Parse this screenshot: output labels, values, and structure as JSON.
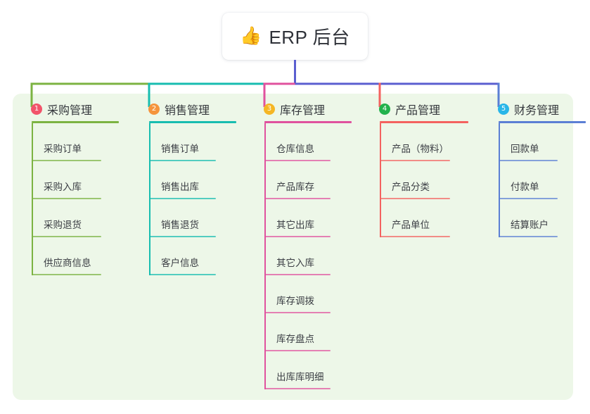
{
  "diagram": {
    "title": "ERP 后台",
    "type": "mind-map",
    "root": {
      "icon": "thumbs-up-icon",
      "icon_glyph": "👍",
      "label": "ERP 后台",
      "background": "#ffffff",
      "text_color": "#2e3138"
    },
    "panel": {
      "background": "#edf7e8"
    },
    "trunk_color": "#5b5fd0",
    "branches": [
      {
        "index": "1",
        "label": "采购管理",
        "badge_color": "#f2546a",
        "line_color": "#7cb342",
        "items": [
          "采购订单",
          "采购入库",
          "采购退货",
          "供应商信息"
        ]
      },
      {
        "index": "2",
        "label": "销售管理",
        "badge_color": "#f5943c",
        "line_color": "#18bdb0",
        "items": [
          "销售订单",
          "销售出库",
          "销售退货",
          "客户信息"
        ]
      },
      {
        "index": "3",
        "label": "库存管理",
        "badge_color": "#f5b624",
        "line_color": "#e0529e",
        "items": [
          "仓库信息",
          "产品库存",
          "其它出库",
          "其它入库",
          "库存调拨",
          "库存盘点",
          "出库库明细"
        ]
      },
      {
        "index": "4",
        "label": "产品管理",
        "badge_color": "#22b14c",
        "line_color": "#f4625f",
        "items": [
          "产品（物料）",
          "产品分类",
          "产品单位"
        ]
      },
      {
        "index": "5",
        "label": "财务管理",
        "badge_color": "#29b6e8",
        "line_color": "#5b7fd4",
        "items": [
          "回款单",
          "付款单",
          "结算账户"
        ]
      }
    ]
  }
}
